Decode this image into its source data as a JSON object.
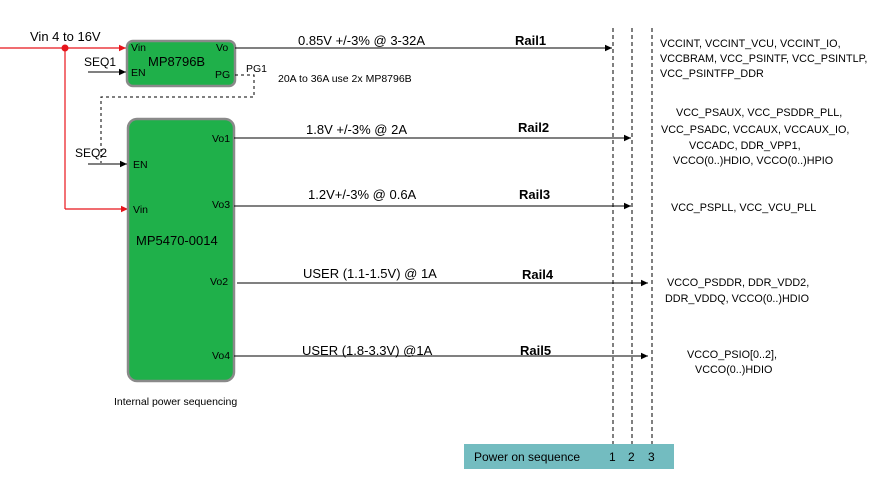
{
  "colors": {
    "chip_fill": "#1fb04a",
    "chip_stroke": "#8a8a8a",
    "red_wire": "#e8141b",
    "legend_fill": "#73bcc0"
  },
  "input": {
    "label": "Vin  4 to 16V"
  },
  "chip1": {
    "name": "MP8796B",
    "pins": {
      "vin": "Vin",
      "en": "EN",
      "vo": "Vo",
      "pg": "PG"
    },
    "pg_label": "PG1",
    "note": "20A to 36A use 2x MP8796B"
  },
  "chip2": {
    "name": "MP5470-0014",
    "pins": {
      "en": "EN",
      "vin": "Vin",
      "vo1": "Vo1",
      "vo3": "Vo3",
      "vo2": "Vo2",
      "vo4": "Vo4"
    },
    "note": "Internal power sequencing"
  },
  "seq_labels": {
    "seq1": "SEQ1",
    "seq2": "SEQ2"
  },
  "rails": [
    {
      "spec": "0.85V +/-3% @ 3-32A",
      "name": "Rail1",
      "loads": [
        "VCCINT, VCCINT_VCU, VCCINT_IO,",
        "VCCBRAM, VCC_PSINTF, VCC_PSINTLP,",
        "VCC_PSINTFP_DDR"
      ]
    },
    {
      "spec": "1.8V +/-3% @ 2A",
      "name": "Rail2",
      "loads": [
        "VCC_PSAUX, VCC_PSDDR_PLL,",
        "VCC_PSADC, VCCAUX, VCCAUX_IO,",
        "VCCADC, DDR_VPP1,",
        "VCCO(0..)HDIO,  VCCO(0..)HPIO"
      ]
    },
    {
      "spec": "1.2V+/-3% @ 0.6A",
      "name": "Rail3",
      "loads": [
        "VCC_PSPLL, VCC_VCU_PLL"
      ]
    },
    {
      "spec": "USER (1.1-1.5V) @ 1A",
      "name": "Rail4",
      "loads": [
        "VCCO_PSDDR, DDR_VDD2,",
        "DDR_VDDQ, VCCO(0..)HDIO"
      ]
    },
    {
      "spec": "USER (1.8-3.3V) @1A",
      "name": "Rail5",
      "loads": [
        "VCCO_PSIO[0..2],",
        "VCCO(0..)HDIO"
      ]
    }
  ],
  "legend": {
    "label": "Power on sequence",
    "steps": [
      "1",
      "2",
      "3"
    ]
  }
}
